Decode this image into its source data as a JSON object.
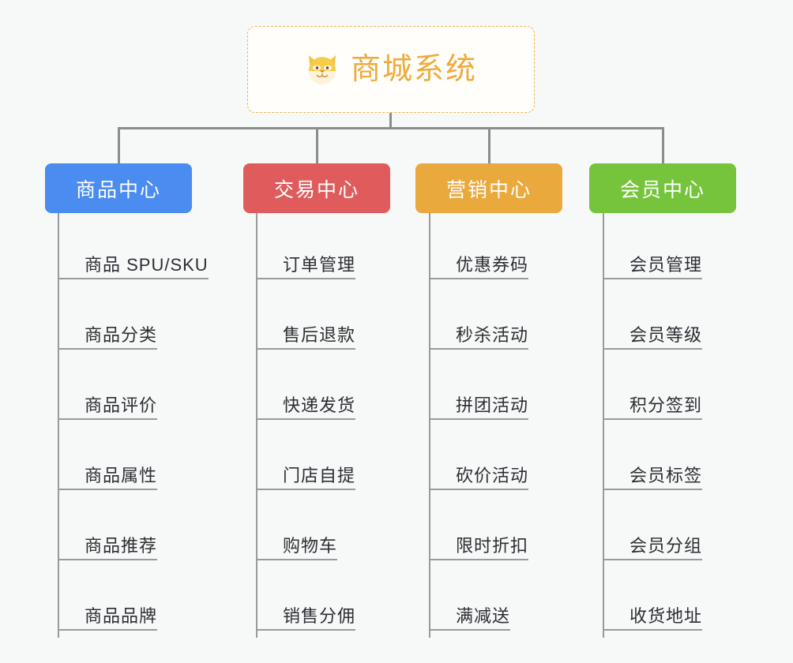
{
  "root": {
    "title": "商城系统",
    "icon": "dog-face-icon",
    "text_color": "#eeab3b",
    "border_color": "#efb44d",
    "background": "#fffefb"
  },
  "canvas": {
    "background": "#f7f8f8",
    "line_color": "#8c8c8c"
  },
  "branches": [
    {
      "id": "product-center",
      "label": "商品中心",
      "color": "#4a8cf0",
      "items": [
        "商品 SPU/SKU",
        "商品分类",
        "商品评价",
        "商品属性",
        "商品推荐",
        "商品品牌"
      ]
    },
    {
      "id": "trade-center",
      "label": "交易中心",
      "color": "#e05c5c",
      "items": [
        "订单管理",
        "售后退款",
        "快递发货",
        "门店自提",
        "购物车",
        "销售分佣"
      ]
    },
    {
      "id": "marketing-center",
      "label": "营销中心",
      "color": "#eaa93c",
      "items": [
        "优惠券码",
        "秒杀活动",
        "拼团活动",
        "砍价活动",
        "限时折扣",
        "满减送"
      ]
    },
    {
      "id": "member-center",
      "label": "会员中心",
      "color": "#76c43c",
      "items": [
        "会员管理",
        "会员等级",
        "积分签到",
        "会员标签",
        "会员分组",
        "收货地址"
      ]
    }
  ]
}
